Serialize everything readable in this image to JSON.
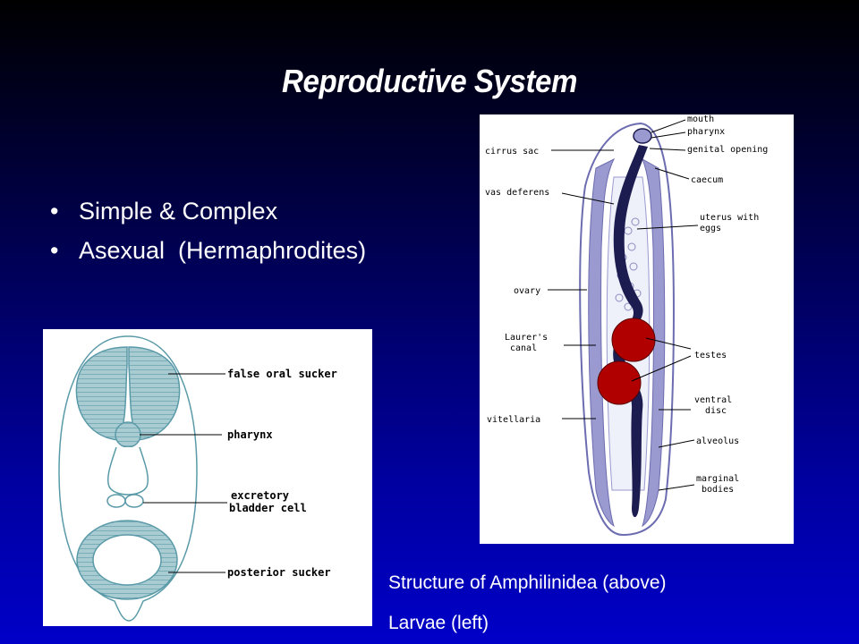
{
  "slide": {
    "title": "Reproductive System",
    "bullets": [
      {
        "marker": "•",
        "text": "Simple & Complex"
      },
      {
        "marker": "•",
        "text": "Asexual  (Hermaphrodites)"
      }
    ],
    "captions": [
      "Structure of Amphilinidea (above)",
      "Larvae (left)"
    ]
  },
  "colors": {
    "background_top": "#000000",
    "background_bottom": "#0000c8",
    "text": "#ffffff",
    "adult_outline": "#6c6cb0",
    "adult_tissue": "#9a9ad0",
    "adult_duct": "#1c1c50",
    "testes": "#b00000",
    "larva_line": "#5a9aa8",
    "larva_fill": "#a8ccd2"
  },
  "diagrams": {
    "adult": {
      "labels": [
        "mouth",
        "pharynx",
        "genital opening",
        "cirrus sac",
        "caecum",
        "vas deferens",
        "uterus with",
        "eggs",
        "ovary",
        "Laurer's",
        "canal",
        "testes",
        "ventral",
        "disc",
        "vitellaria",
        "alveolus",
        "marginal",
        "bodies"
      ]
    },
    "larva": {
      "labels": [
        "false oral sucker",
        "pharynx",
        "excretory",
        "bladder cell",
        "posterior sucker"
      ]
    }
  }
}
